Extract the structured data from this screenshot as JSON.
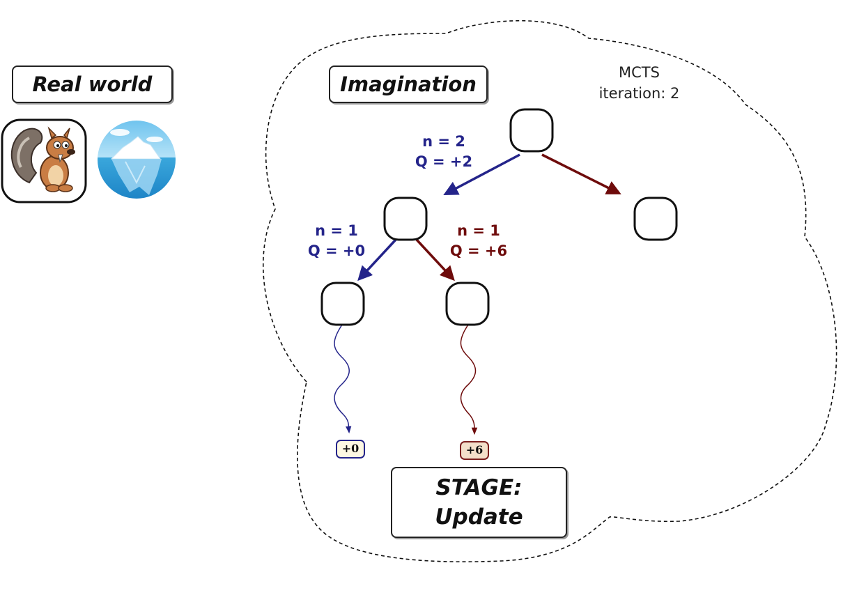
{
  "labels": {
    "real_world": "Real world",
    "imagination": "Imagination",
    "stage_line1": "STAGE:",
    "stage_line2": "Update"
  },
  "mcts": {
    "title": "MCTS",
    "iteration": "iteration: 2"
  },
  "tree": {
    "root_left_edge": {
      "n": "n = 2",
      "q": "Q = +2"
    },
    "mid_left_edge": {
      "n": "n = 1",
      "q": "Q = +0"
    },
    "mid_right_edge": {
      "n": "n = 1",
      "q": "Q = +6"
    }
  },
  "leaves": {
    "left": "+0",
    "right": "+6"
  },
  "icons": {
    "agent": "squirrel-icon",
    "environment": "iceberg-icon"
  },
  "colors": {
    "blue_branch": "#24248a",
    "red_branch": "#6e0b0b",
    "node_border": "#111111",
    "cloud_border": "#111111"
  }
}
